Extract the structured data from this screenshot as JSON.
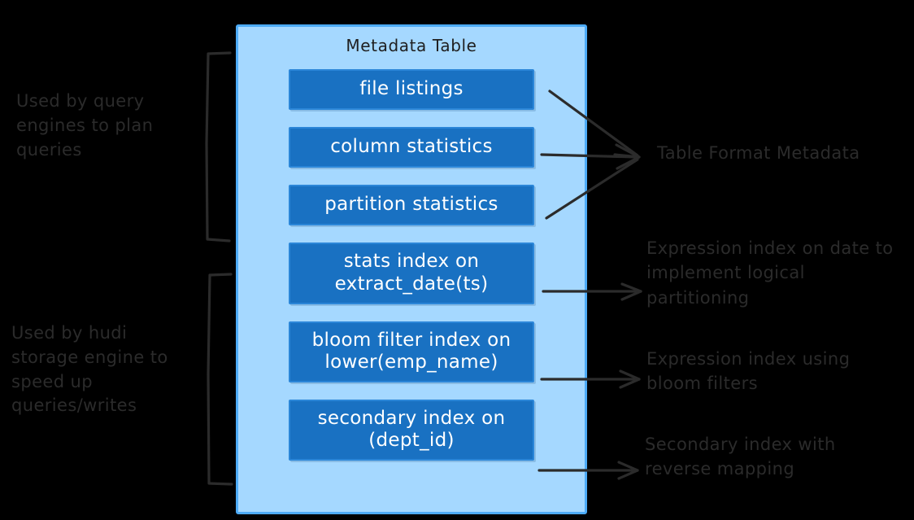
{
  "diagram": {
    "title": "Metadata Table",
    "background_color": "#000000",
    "card_fill": "#a5d8ff",
    "card_border": "#4dabf7",
    "row_fill": "#1971c2",
    "row_border": "#2b86d8",
    "ink_color": "#2b2b2b"
  },
  "table": {
    "title": "Metadata Table",
    "rows": [
      {
        "id": "file-listings",
        "lines": [
          "file listings"
        ]
      },
      {
        "id": "column-stats",
        "lines": [
          "column statistics"
        ]
      },
      {
        "id": "partition-stats",
        "lines": [
          "partition statistics"
        ]
      },
      {
        "id": "stats-index",
        "lines": [
          "stats index on",
          "extract_date(ts)"
        ]
      },
      {
        "id": "bloom-index",
        "lines": [
          "bloom filter index on",
          "lower(emp_name)"
        ]
      },
      {
        "id": "secondary-index",
        "lines": [
          "secondary index on",
          "(dept_id)"
        ]
      }
    ]
  },
  "left_notes": [
    {
      "id": "query-engines",
      "text": "Used by query engines to plan queries"
    },
    {
      "id": "hudi-storage",
      "text": "Used by hudi storage engine to speed up queries/writes"
    }
  ],
  "right_notes": [
    {
      "id": "table-format-metadata",
      "text": "Table Format Metadata"
    },
    {
      "id": "expression-index-date",
      "text": "Expression index on date to implement logical partitioning"
    },
    {
      "id": "expression-index-bloom",
      "text": "Expression index using bloom filters"
    },
    {
      "id": "secondary-index-reverse",
      "text": "Secondary index with reverse mapping"
    }
  ]
}
